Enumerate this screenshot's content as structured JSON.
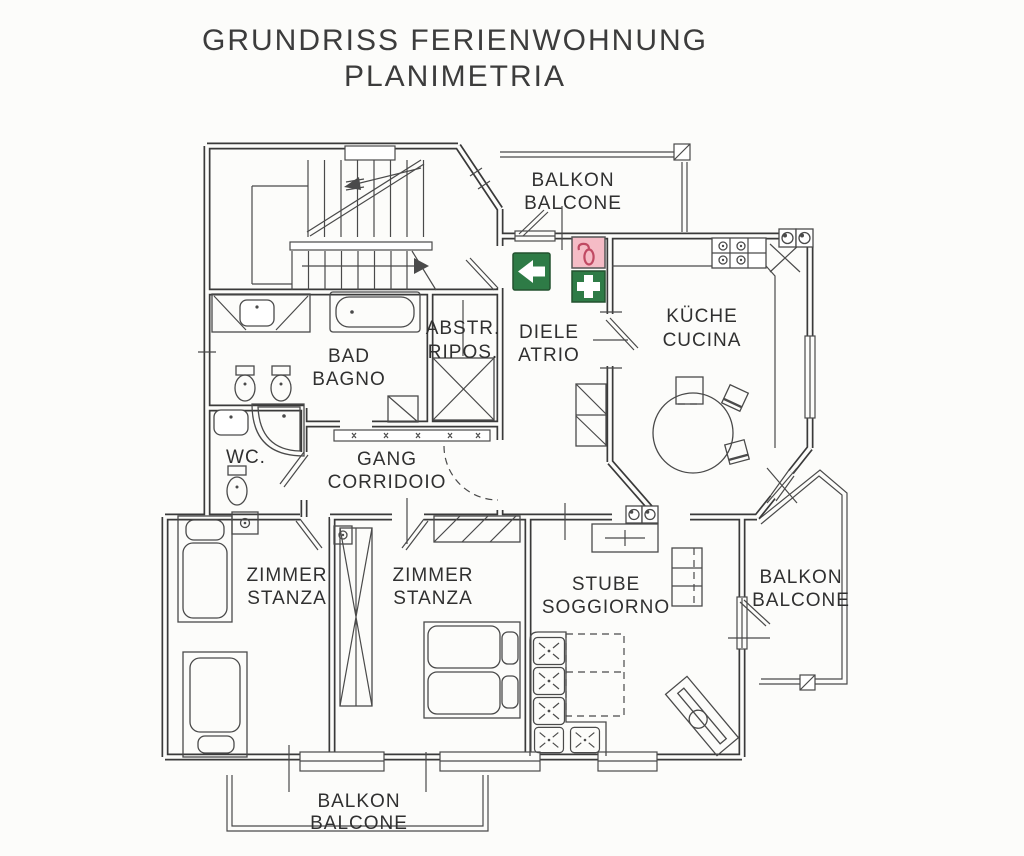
{
  "title": {
    "line1": "GRUNDRISS  FERIENWOHNUNG",
    "line2": "PLANIMETRIA"
  },
  "rooms": {
    "balkon_top": {
      "line1": "BALKON",
      "line2": "BALCONE"
    },
    "diele": {
      "line1": "DIELE",
      "line2": "ATRIO"
    },
    "kueche": {
      "line1": "KÜCHE",
      "line2": "CUCINA"
    },
    "abstellraum": {
      "line1": "ABSTR.",
      "line2": "RIPOS."
    },
    "bad": {
      "line1": "BAD",
      "line2": "BAGNO"
    },
    "wc": {
      "line1": "WC."
    },
    "gang": {
      "line1": "GANG",
      "line2": "CORRIDOIO"
    },
    "zimmer_links": {
      "line1": "ZIMMER",
      "line2": "STANZA"
    },
    "zimmer_mitte": {
      "line1": "ZIMMER",
      "line2": "STANZA"
    },
    "stube": {
      "line1": "STUBE",
      "line2": "SOGGIORNO"
    },
    "balkon_rechts": {
      "line1": "BALKON",
      "line2": "BALCONE"
    },
    "balkon_unten": {
      "line1": "BALKON",
      "line2": "BALCONE"
    }
  },
  "icons": {
    "exit_arrow": {
      "name": "exit-arrow-icon",
      "background": "#2e7b46",
      "glyph": "#ffffff"
    },
    "first_aid": {
      "name": "first-aid-cross-icon",
      "background": "#2e7b46",
      "glyph": "#ffffff"
    },
    "fire_extinguisher": {
      "name": "fire-extinguisher-icon",
      "background": "#f5bcc6",
      "glyph": "#c04a63"
    }
  },
  "colors": {
    "ink": "#3a3a3a",
    "furniture": "#4a4a4a",
    "paper": "#fcfcfa"
  }
}
